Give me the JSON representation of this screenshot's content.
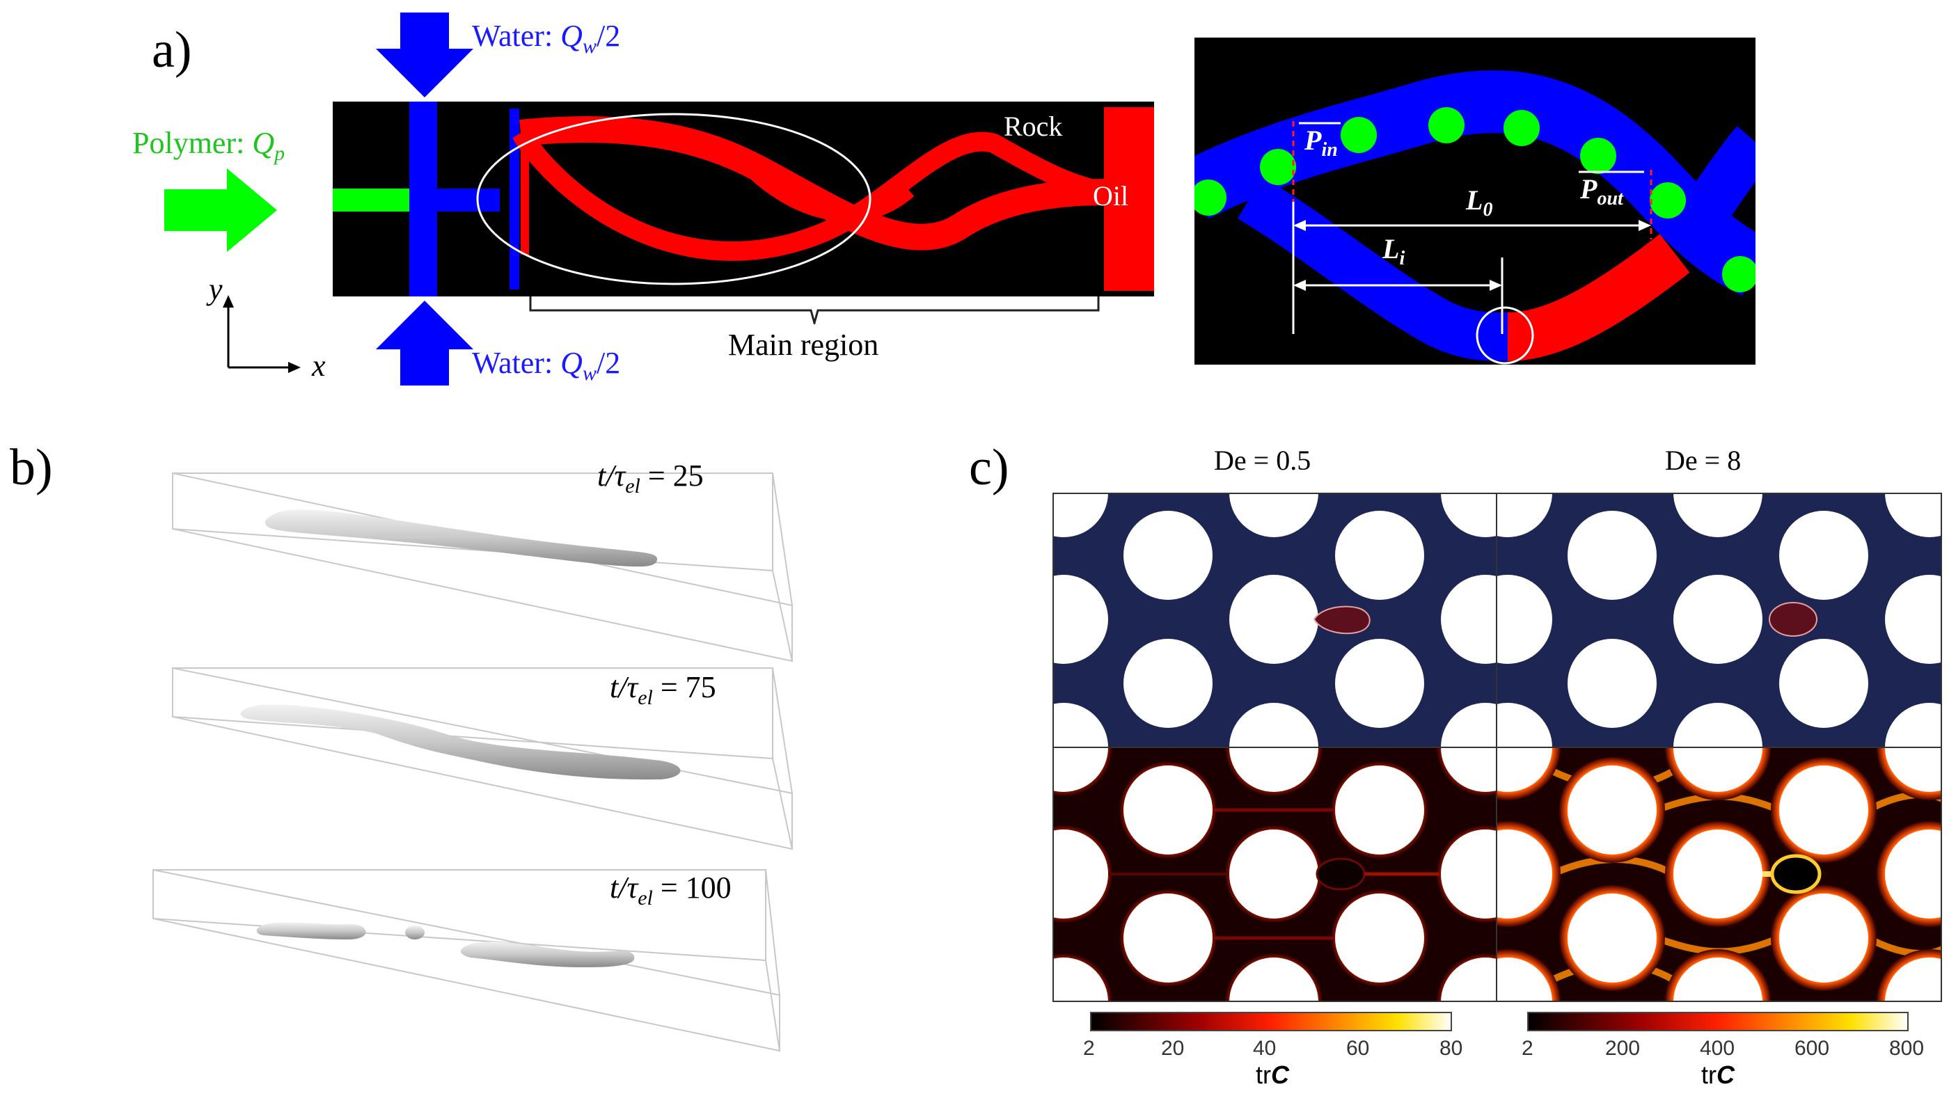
{
  "panel_a": {
    "label": "a)",
    "water_top": "Water: ",
    "water_top_var": "Q",
    "water_top_sub": "w",
    "water_top_tail": "/2",
    "water_bottom": "Water: ",
    "water_bottom_var": "Q",
    "water_bottom_sub": "w",
    "water_bottom_tail": "/2",
    "polymer": "Polymer: ",
    "polymer_var": "Q",
    "polymer_sub": "p",
    "rock": "Rock",
    "oil": "Oil",
    "main_region": "Main region",
    "axis_x": "x",
    "axis_y": "y",
    "inset": {
      "p_in": "P",
      "p_in_sub": "in",
      "p_out": "P",
      "p_out_sub": "out",
      "l0": "L",
      "l0_sub": "0",
      "li": "L",
      "li_sub": "i"
    }
  },
  "panel_b": {
    "label": "b)",
    "snapshots": [
      {
        "t": "t/τ",
        "sub": "el",
        "value": " = 25"
      },
      {
        "t": "t/τ",
        "sub": "el",
        "value": " = 75"
      },
      {
        "t": "t/τ",
        "sub": "el",
        "value": " = 100"
      }
    ]
  },
  "panel_c": {
    "label": "c)",
    "title_left": "De = 0.5",
    "title_right": "De = 8",
    "colorbar_left": {
      "ticks": [
        "2",
        "20",
        "40",
        "60",
        "80"
      ],
      "label": "tr",
      "label_bold": "C"
    },
    "colorbar_right": {
      "ticks": [
        "2",
        "200",
        "400",
        "600",
        "800"
      ],
      "label": "tr",
      "label_bold": "C"
    }
  },
  "colors": {
    "water": "#0000ff",
    "polymer": "#00ff00",
    "oil": "#ff0000",
    "rock": "#000000",
    "domain": "#1d2552"
  }
}
